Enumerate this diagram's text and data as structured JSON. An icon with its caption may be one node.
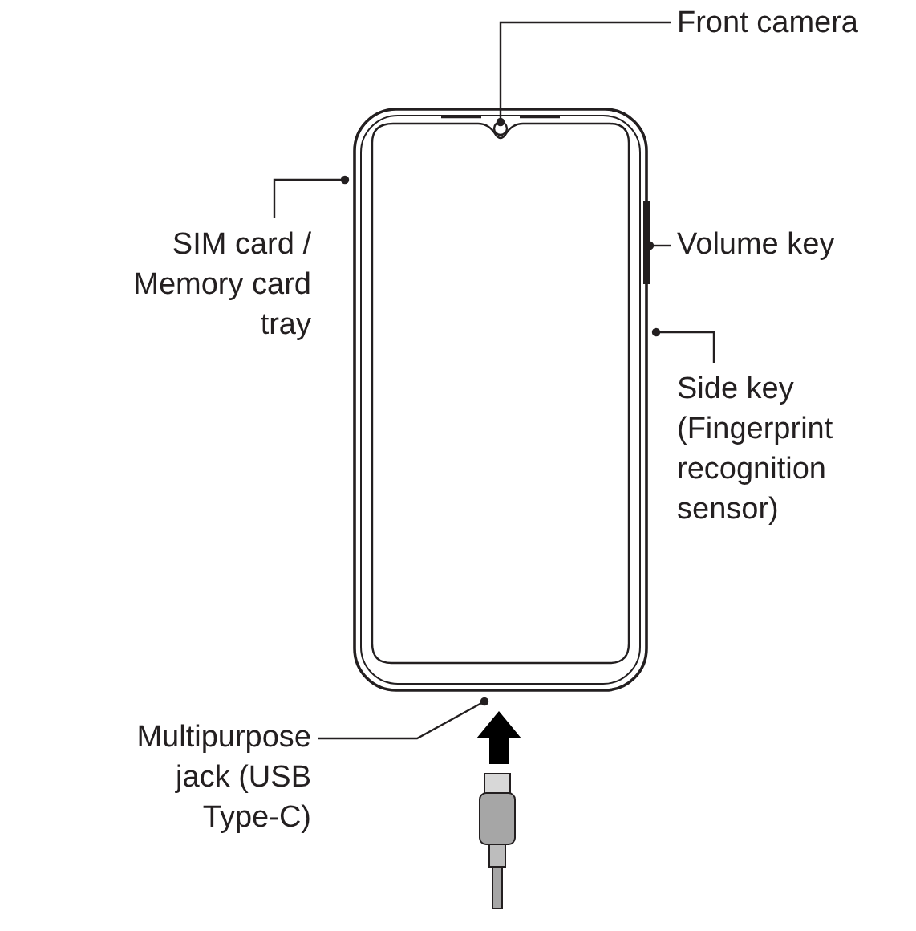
{
  "diagram": {
    "nodes": [
      {
        "text": [
          "Front camera"
        ]
      },
      {
        "text": [],
        "shape": "circle"
      },
      {
        "text": [
          "SIM card / Memory card tray"
        ]
      },
      {
        "text": [
          "Volume key"
        ]
      },
      {
        "text": [],
        "shape": "bar"
      },
      {
        "text": [
          "Side key (Fingerprint recognition sensor)"
        ]
      },
      {
        "text": [
          "Multipurpose jack (USB Type-C)"
        ]
      }
    ],
    "edges": [
      {
        "from": 0,
        "to": 1,
        "arrow": "other"
      },
      {
        "from": 2,
        "to": null,
        "arrow": "other"
      },
      {
        "from": 3,
        "to": 4,
        "arrow": "other"
      },
      {
        "from": 5,
        "to": null,
        "arrow": "other"
      },
      {
        "from": 6,
        "to": null,
        "arrow": "other"
      }
    ]
  }
}
